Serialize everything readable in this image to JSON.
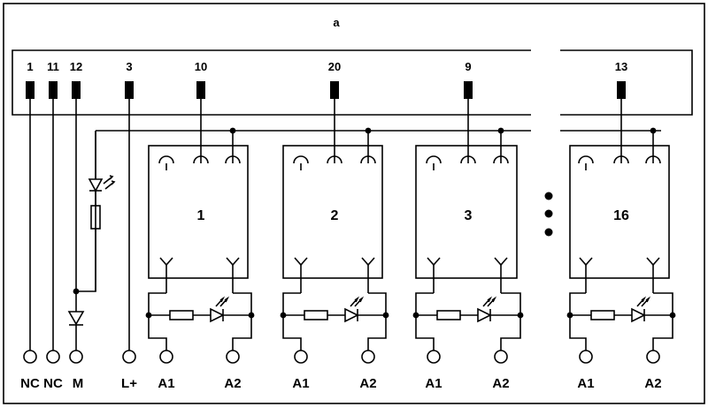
{
  "title": "a",
  "bus_terminals": [
    {
      "number": "1",
      "label": "NC"
    },
    {
      "number": "11",
      "label": "NC"
    },
    {
      "number": "12",
      "label": "M"
    },
    {
      "number": "3",
      "label": "L+"
    }
  ],
  "modules": [
    {
      "top_terminal": "10",
      "name": "1",
      "left_label": "A1",
      "right_label": "A2"
    },
    {
      "top_terminal": "20",
      "name": "2",
      "left_label": "A1",
      "right_label": "A2"
    },
    {
      "top_terminal": "9",
      "name": "3",
      "left_label": "A1",
      "right_label": "A2"
    },
    {
      "top_terminal": "13",
      "name": "16",
      "left_label": "A1",
      "right_label": "A2"
    }
  ],
  "colors": {
    "line": "#000000",
    "background": "#ffffff"
  }
}
